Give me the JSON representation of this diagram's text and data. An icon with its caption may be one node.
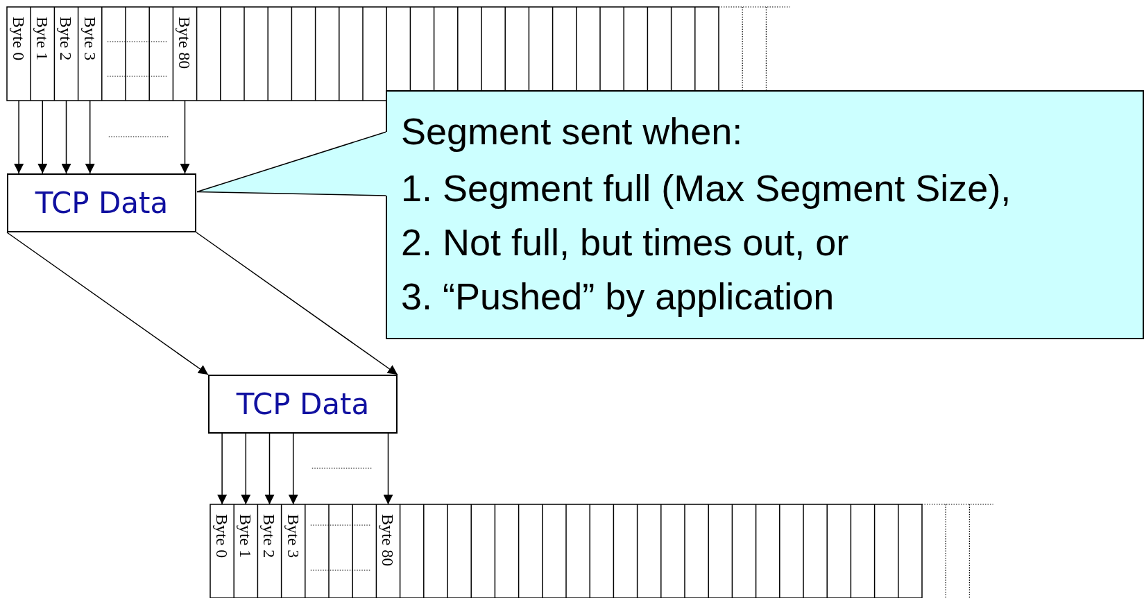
{
  "diagram": {
    "nodes": [
      {
        "text": [
          "Byte 0"
        ]
      },
      {
        "text": [
          "Byte 1"
        ]
      },
      {
        "text": [
          "Byte 2"
        ]
      },
      {
        "text": [
          "Byte 3"
        ]
      },
      {
        "text": [
          "Byte 80"
        ]
      },
      {
        "text": [
          "TCP Data"
        ]
      },
      {
        "text": [
          "Segment sent when:",
          "1. Segment full (Max Segment Size),",
          "2. Not full, but times out, or",
          "3. “Pushed” by application"
        ]
      },
      {
        "text": [
          "TCP Data"
        ]
      },
      {
        "text": [
          "Byte 0"
        ]
      },
      {
        "text": [
          "Byte 1"
        ]
      },
      {
        "text": [
          "Byte 2"
        ]
      },
      {
        "text": [
          "Byte 3"
        ]
      },
      {
        "text": [
          "Byte 80"
        ]
      }
    ],
    "edges": [
      {
        "from": 0,
        "to": 5,
        "arrow": "to"
      },
      {
        "from": 1,
        "to": 5,
        "arrow": "to"
      },
      {
        "from": 2,
        "to": 5,
        "arrow": "to"
      },
      {
        "from": 3,
        "to": 5,
        "arrow": "to"
      },
      {
        "from": 4,
        "to": 5,
        "arrow": "to"
      },
      {
        "from": 5,
        "to": 7,
        "arrow": "to"
      },
      {
        "from": 5,
        "to": 7,
        "arrow": "to"
      },
      {
        "from": 7,
        "to": 8,
        "arrow": "to"
      },
      {
        "from": 7,
        "to": 9,
        "arrow": "to"
      },
      {
        "from": 7,
        "to": 10,
        "arrow": "to"
      },
      {
        "from": 7,
        "to": 11,
        "arrow": "to"
      },
      {
        "from": 7,
        "to": 12,
        "arrow": "to"
      },
      {
        "from": 6,
        "to": 5,
        "arrow": "none"
      }
    ]
  }
}
